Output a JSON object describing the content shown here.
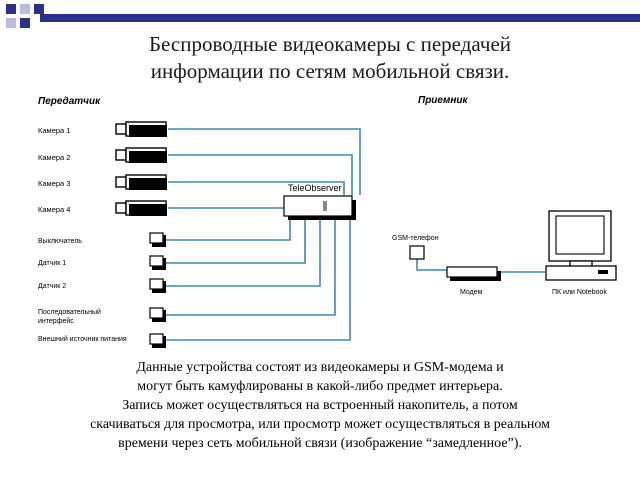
{
  "slide": {
    "title_lines": [
      "Беспроводные видеокамеры с передачей",
      "информации по сетям мобильной связи."
    ],
    "caption_lines": [
      "Данные устройства состоят из видеокамеры и GSM-модема и",
      "могут быть камуфлированы в какой-либо предмет интерьера.",
      "Запись может осуществляться на встроенный накопитель, а потом",
      "скачиваться для просмотра, или просмотр может осуществляться в реальном",
      "времени через  сеть мобильной связи (изображение “замедленное”)."
    ]
  },
  "diagram": {
    "transmitter_heading": "Передатчик",
    "receiver_heading": "Приемник",
    "hub_label": "TeleObserver",
    "cameras": [
      "Камера 1",
      "Камера 2",
      "Камера 3",
      "Камера 4"
    ],
    "sensors": [
      [
        "Выключатель"
      ],
      [
        "Датчик 1"
      ],
      [
        "Датчик 2"
      ],
      [
        "Последовательный",
        "интерфейс"
      ],
      [
        "Внешний источник питания"
      ]
    ],
    "gsm_phone_label": "GSM-телефон",
    "modem_label": "Модем",
    "pc_label": "ПК или Notebook",
    "colors": {
      "line": "#3f8aa8",
      "device_fill": "#ffffff",
      "device_stroke": "#000000",
      "deco_blue": "#2b2f8a"
    }
  }
}
